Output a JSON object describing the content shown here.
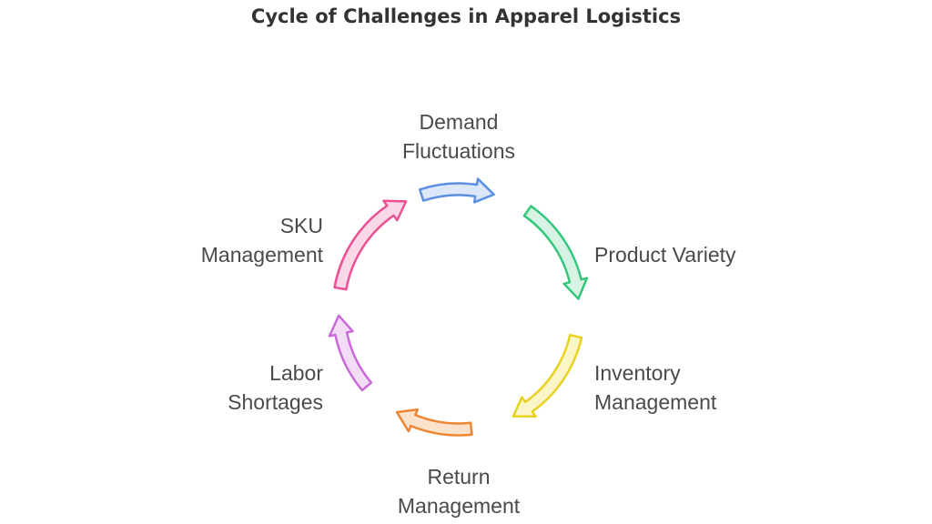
{
  "title": "Cycle of Challenges in Apparel Logistics",
  "stages": [
    {
      "lines": [
        "Demand",
        "Fluctuations"
      ],
      "color": "#5b8fe0",
      "fill": "#dce8fa"
    },
    {
      "lines": [
        "Product Variety"
      ],
      "color": "#34c77b",
      "fill": "#d6f3e3"
    },
    {
      "lines": [
        "Inventory",
        "Management"
      ],
      "color": "#e8d21e",
      "fill": "#fbf5c8"
    },
    {
      "lines": [
        "Return",
        "Management"
      ],
      "color": "#ec8633",
      "fill": "#fbe2cc"
    },
    {
      "lines": [
        "Labor",
        "Shortages"
      ],
      "color": "#c86ad8",
      "fill": "#f2dcf6"
    },
    {
      "lines": [
        "SKU",
        "Management"
      ],
      "color": "#ec4f94",
      "fill": "#fbd8e7"
    }
  ]
}
